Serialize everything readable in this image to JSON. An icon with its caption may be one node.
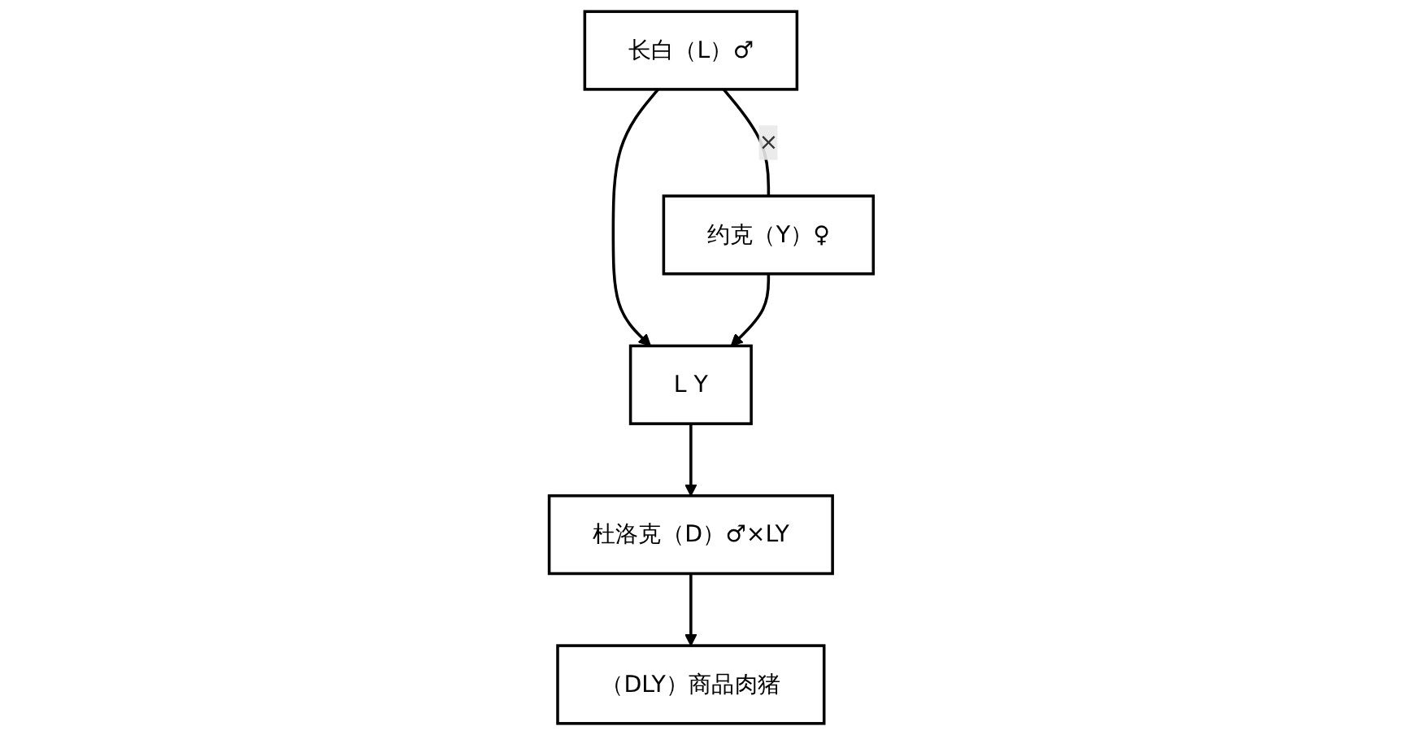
{
  "diagram": {
    "nodes": [
      {
        "text": [
          "长白（L）♂"
        ]
      },
      {
        "text": [
          "约克（Y）♀"
        ]
      },
      {
        "text": [
          "L Y"
        ]
      },
      {
        "text": [
          "杜洛克（D）♂×LY"
        ]
      },
      {
        "text": [
          "（DLY）商品肉猪"
        ]
      }
    ],
    "edges": [
      {
        "from": 0,
        "to": 1,
        "arrow": "none",
        "label": "×"
      },
      {
        "from": 0,
        "to": 2,
        "arrow": "to"
      },
      {
        "from": 1,
        "to": 2,
        "arrow": "to"
      },
      {
        "from": 2,
        "to": 3,
        "arrow": "to"
      },
      {
        "from": 3,
        "to": 4,
        "arrow": "to"
      }
    ]
  }
}
